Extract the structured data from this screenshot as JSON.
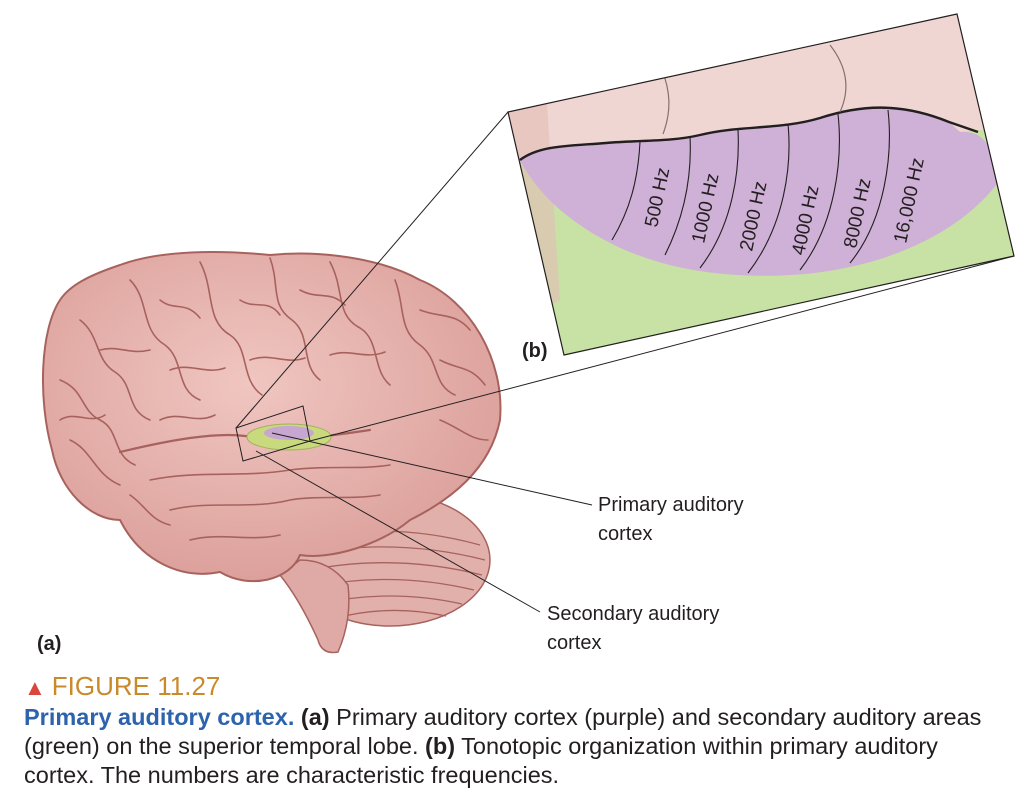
{
  "panel_a_label": "(a)",
  "panel_b_label": "(b)",
  "callouts": {
    "primary": [
      "Primary auditory",
      "cortex"
    ],
    "secondary": [
      "Secondary auditory",
      "cortex"
    ]
  },
  "frequencies": [
    "500 Hz",
    "1000 Hz",
    "2000 Hz",
    "4000 Hz",
    "8000 Hz",
    "16,000 Hz"
  ],
  "colors": {
    "primary_area": "#cfb0d6",
    "secondary_area": "#c8e2a6",
    "brain": "#eab9b4",
    "cortex_top": "#efd6d2",
    "figure_heading": "#c98a2c",
    "caption_title": "#2d63ad",
    "triangle": "#d9473d"
  },
  "figure": {
    "marker": "▲",
    "heading": "FIGURE 11.27"
  },
  "caption": {
    "title": "Primary auditory cortex.",
    "a_label": "(a)",
    "a_text": "Primary auditory cortex (purple) and secondary auditory areas (green) on the superior temporal lobe.",
    "b_label": "(b)",
    "b_text": "Tonotopic organization within primary auditory cortex. The numbers are characteristic frequencies."
  }
}
